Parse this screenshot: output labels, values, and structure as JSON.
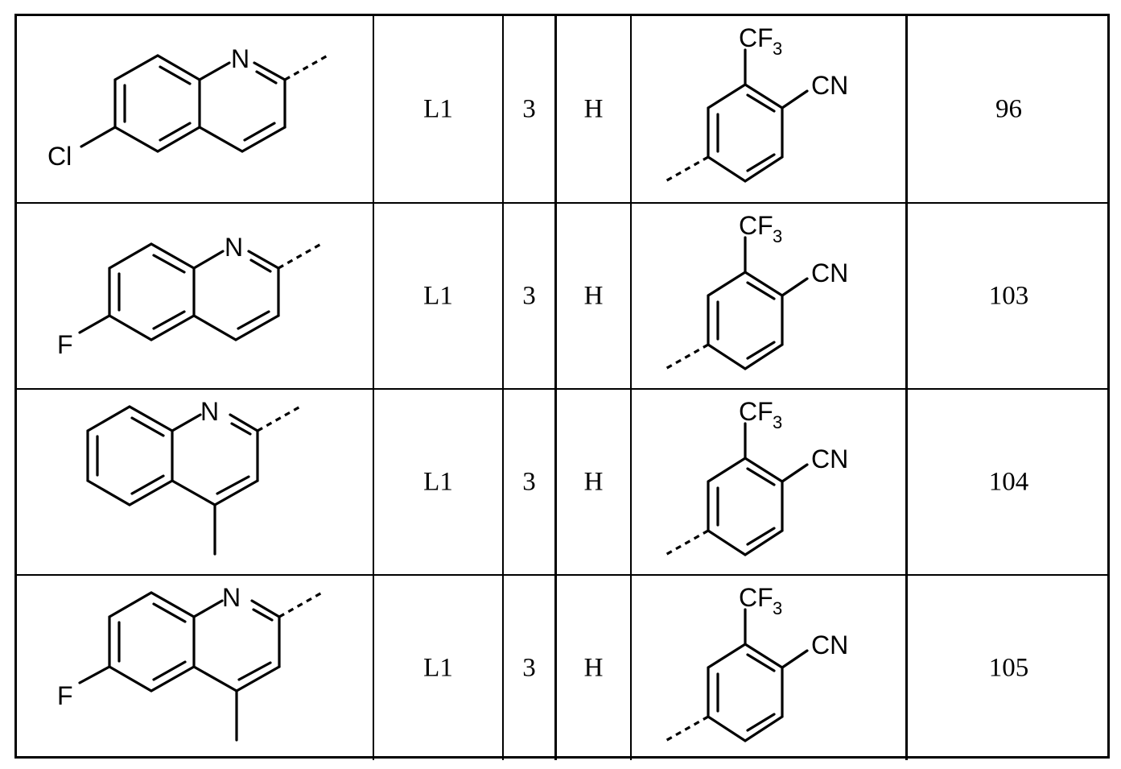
{
  "table": {
    "rows": [
      {
        "quinoline": {
          "substituent_6": "Cl",
          "substituent_4": "",
          "label_N": "N"
        },
        "linker": "L1",
        "n": "3",
        "r": "H",
        "aryl": {
          "top_group": "CF3",
          "top_main": "CF",
          "top_sub": "3",
          "para_group": "CN"
        },
        "compound_no": "96"
      },
      {
        "quinoline": {
          "substituent_6": "F",
          "substituent_4": "",
          "label_N": "N"
        },
        "linker": "L1",
        "n": "3",
        "r": "H",
        "aryl": {
          "top_group": "CF3",
          "top_main": "CF",
          "top_sub": "3",
          "para_group": "CN"
        },
        "compound_no": "103"
      },
      {
        "quinoline": {
          "substituent_6": "",
          "substituent_4": "methyl",
          "label_N": "N"
        },
        "linker": "L1",
        "n": "3",
        "r": "H",
        "aryl": {
          "top_group": "CF3",
          "top_main": "CF",
          "top_sub": "3",
          "para_group": "CN"
        },
        "compound_no": "104"
      },
      {
        "quinoline": {
          "substituent_6": "F",
          "substituent_4": "methyl",
          "label_N": "N"
        },
        "linker": "L1",
        "n": "3",
        "r": "H",
        "aryl": {
          "top_group": "CF3",
          "top_main": "CF",
          "top_sub": "3",
          "para_group": "CN"
        },
        "compound_no": "105"
      }
    ]
  }
}
